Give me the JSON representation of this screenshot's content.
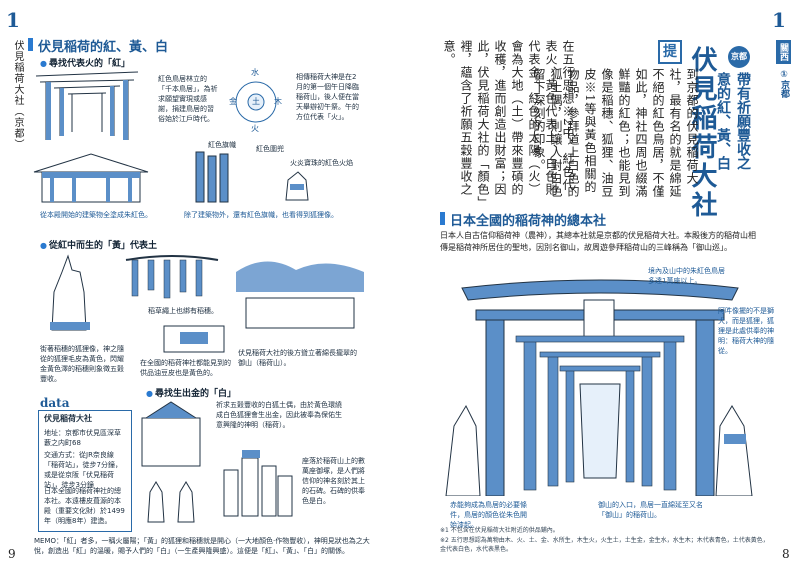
{
  "left": {
    "chapter_num": "1",
    "side_label": "伏見稲荷大社（京都）",
    "section_title": "伏見稲荷的紅、黃、白",
    "sub1": "尋找代表火的「紅」",
    "cap_torii": "紅色鳥居林立的「千本鳥居」，為祈求願望實現或感謝，捐建鳥居的習俗始於江戶時代。",
    "cap_wuxing": "相傳稲荷大神是在2月的第一個午日降臨稲荷山，後人便在當天舉辦初午祭。午的方位代表「火」。",
    "wuxing": {
      "top": "水",
      "left": "金",
      "center": "土",
      "right": "木",
      "bottom": "火"
    },
    "label_flag": "紅色旗幟",
    "label_bib": "紅色圍兜",
    "label_fire": "火炎寶珠的紅色火焰",
    "cap_honden": "從本殿開始的建築物全塗成朱紅色。",
    "cap_bib": "除了建築物外，還有紅色旗幟，也看得到狐狸像。",
    "sub2": "從紅中而生的「黃」代表土",
    "cap_rice": "稻草繩上也綁有稻穗。",
    "cap_fox_mouth": "街著稻穗的狐狸像，神之隨從的狐狸毛皮為黃色，閃耀金黃色澤的稻穗則象徵五穀豐收。",
    "cap_shop": "在全國的稻荷神社都能見到的供品油豆皮也是黃色的。",
    "cap_mountain": "伏見稲荷大社的後方聳立著綿長攏翠的御山（稲荷山）。",
    "sub3": "尋找生出金的「白」",
    "cap_white_fox": "祈求五穀豐收的白狐土偶，由於黃色環繞成白色狐狸會生出金，因此被奉為保佑生意興隆的神明（稲荷）。",
    "cap_otsuka": "座落於稲荷山上的數萬座御塚，是人們將信仰的神名刻於其上的石碑。石碑的供奉色是白。",
    "data_head": "data",
    "data_title": "伏見稲荷大社",
    "data_addr": "地址：京都市伏見區深草藪之内町68",
    "data_access": "交通方式：從JR奈良線「稲荷站」，徒步7分鐘，或是從京阪「伏見稲荷站」，徒步3分鐘",
    "data_note": "日本全國的稲荷神社的總本社。本遠樓皮葺源的本殿（重要文化財）於1499年（明應8年）建造。",
    "memo": "MEMO：「紅」者多，一稱火屬陽；「黃」的狐狸和稲穗就是開心（一大地顏色‧作物豐收），神明見狀也為之大悅，創造出「紅」的溫暖，賜予人們的「白」（一生產興隆興盛）。這便是「紅」、「黃」、「白」的關係。",
    "page_num": "9"
  },
  "right": {
    "chapter_num": "1",
    "tab_block": "關西",
    "tab_label": "①京都",
    "badge": "京都",
    "title": "伏見稲荷大社",
    "subtitle_1": "帶有祈願豐收之",
    "subtitle_2": "意的紅、黃、白",
    "tishi": "提",
    "body_vertical_1": "到京都的伏見稲荷大社，最有名的就是綿延不絕的紅色鳥居，不僅如此，神社四周也綴滿鮮豔的紅色；也能見到像是稲穗、狐狸、油豆皮※1等與黃色相關的物品，參拜道上白色的狐土偶，則讓人對白色留下深刻的印象。",
    "body_vertical_2": "在五行思想※2中，紅色代表火、黃色代表土、白色則代表金。紅色的太陽（火）會為大地（土）帶來豐碩的收穫，進而創造出財富；因此，伏見稲荷大社的「顏色」裡，蘊含了祈願五穀豐收之意。",
    "section_title": "日本全國的稲荷神的總本社",
    "body_h": "日本人自古信仰稲荷神（農神），其總本社就是京都的伏見稲荷大社。本殿後方的稲荷山相傳是稲荷神所居住的聖地，因別名御山，故周遊參拜稲荷山的三峰稱為「御山巡」。",
    "cap_mountain_gate": "境內及山中的朱紅色鳥居多達1萬座以上。",
    "cap_fox": "阿吽像擺的不是獅犬，而是狐狸，狐狸是此處供奉的神明：稲荷大神的隨從。",
    "cap_red_paint": "赤能夠成為鳥居的必要條件，鳥居的顏色從朱色開始漆起。",
    "cap_entrance": "御山的入口，鳥居一直綿延至又名「御山」的稲荷山。",
    "footnote_1": "※1 不包含在伏見稲荷大社附近的供品鋪內。",
    "footnote_2": "※2 五行思想認為萬物由木、火、土、金、水所生，木生火，火生土，土生金，金生水，水生木；木代表青色，土代表黃色，金代表白色，水代表黑色。",
    "page_num": "8"
  }
}
